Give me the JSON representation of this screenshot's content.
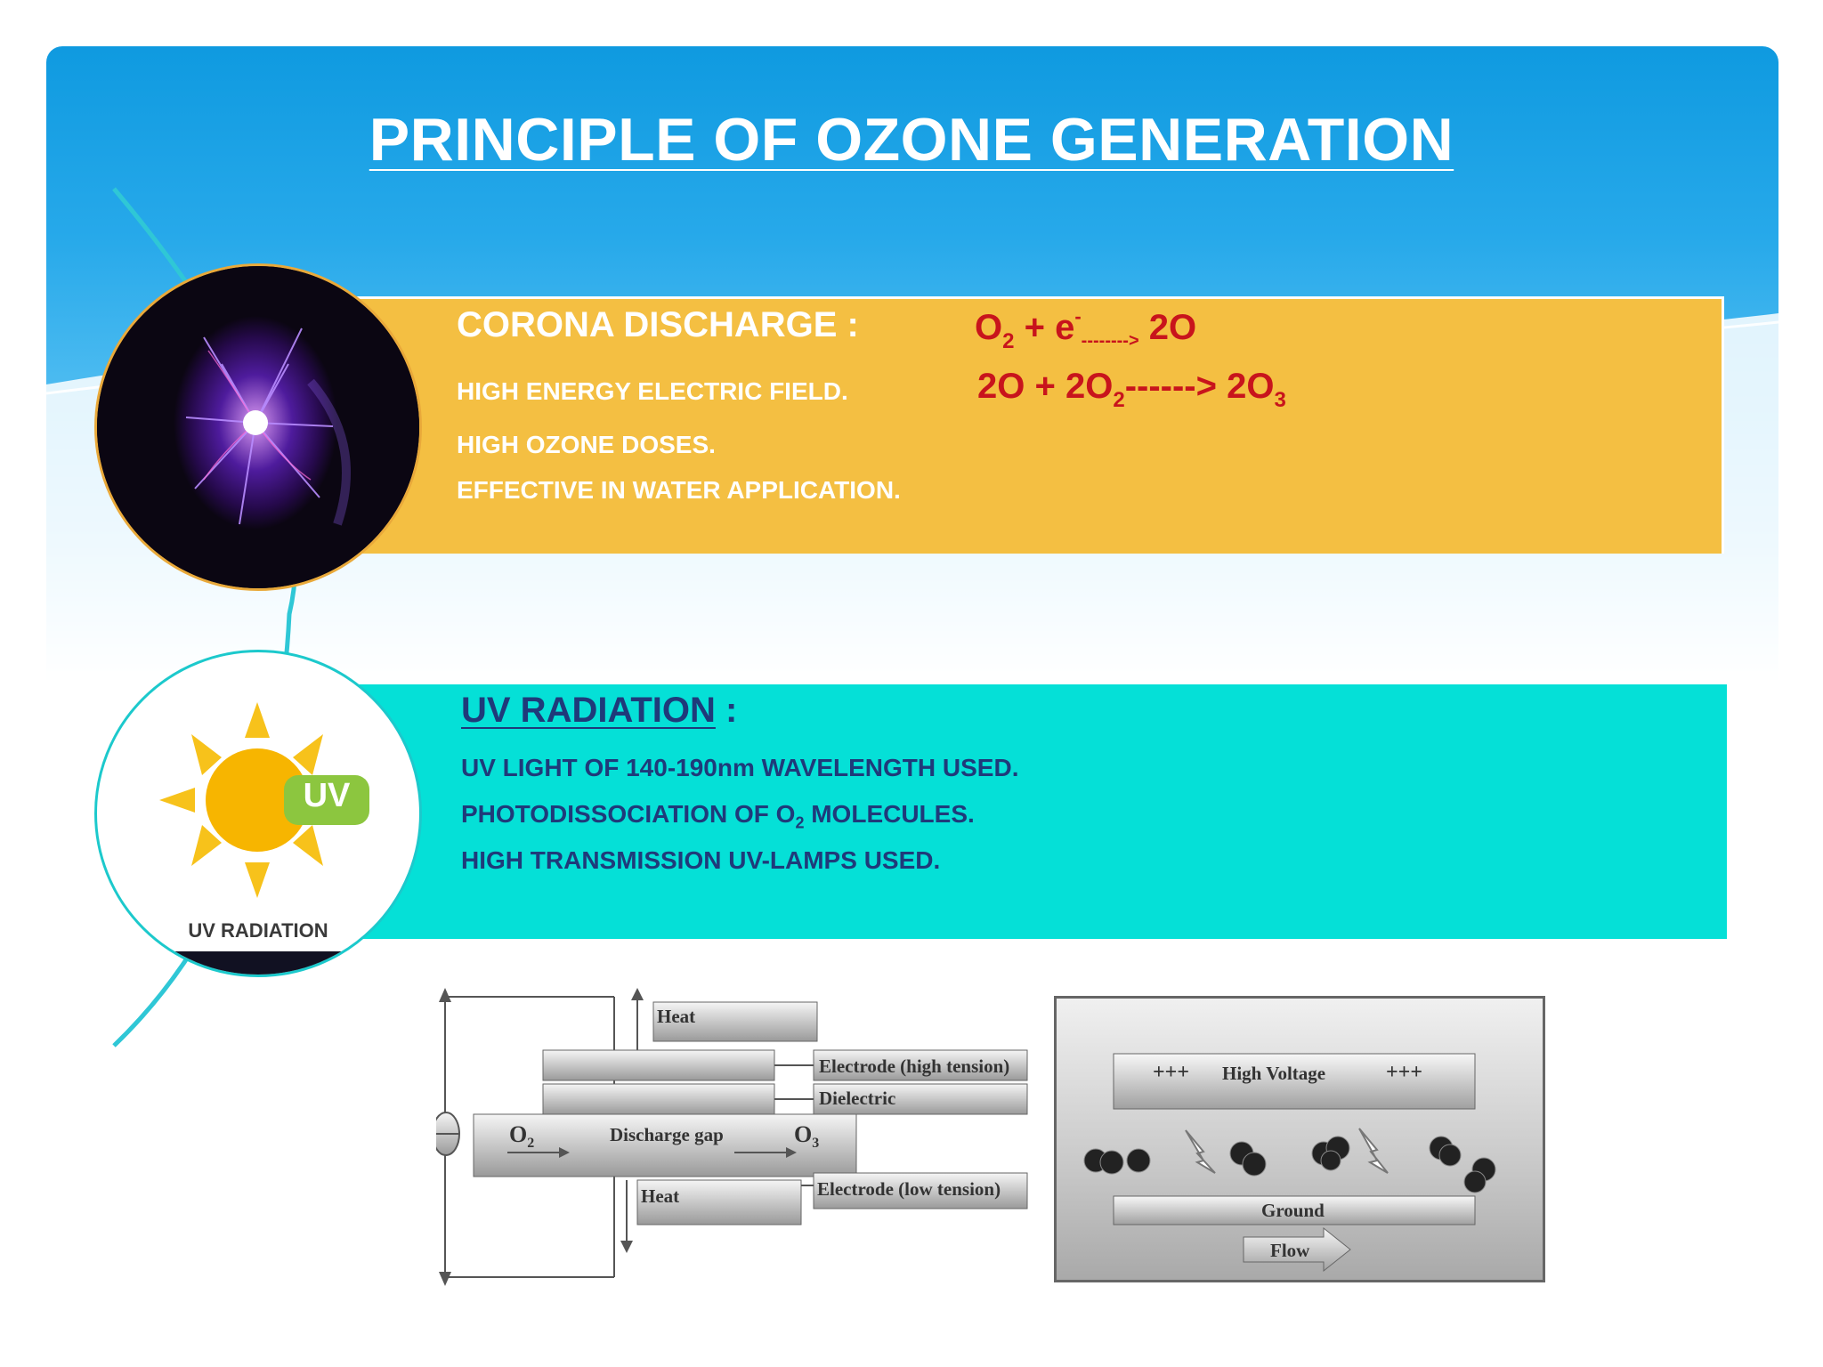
{
  "slide": {
    "title": "PRINCIPLE OF OZONE GENERATION",
    "colors": {
      "sky": "#1a9fe3",
      "corona_band": "#f4bf42",
      "uv_band": "#05e0d7",
      "equation": "#c8141c",
      "uv_text": "#1f3a7a"
    }
  },
  "corona": {
    "heading": "CORONA DISCHARGE :",
    "points": [
      "HIGH ENERGY ELECTRIC FIELD.",
      "HIGH OZONE DOSES.",
      "EFFECTIVE IN WATER APPLICATION."
    ],
    "eq1": {
      "lhs_a": "O",
      "lhs_a_sub": "2",
      "plus": "+",
      "lhs_b": "e",
      "lhs_b_sup": "-",
      "arrow": "-------->",
      "rhs": "2O"
    },
    "eq2": {
      "lhs_a": "2O",
      "plus": "+",
      "lhs_b": "2O",
      "lhs_b_sub": "2",
      "arrow": "------>",
      "rhs": "2O",
      "rhs_sub": "3"
    },
    "image_icon": "plasma-ball-icon"
  },
  "uv": {
    "heading": "UV RADIATION",
    "heading_suffix": " :",
    "point1": "UV LIGHT OF 140-190nm WAVELENGTH USED.",
    "point2_pre": "PHOTODISSOCIATION OF O",
    "point2_sub": "2",
    "point2_post": " MOLECULES.",
    "point3": "HIGH TRANSMISSION UV-LAMPS USED.",
    "icon_badge": "UV",
    "icon_caption": "UV RADIATION",
    "image_icon": "sun-uv-icon"
  },
  "diagram_left": {
    "heat_top": "Heat",
    "electrode_high": "Electrode (high tension)",
    "dielectric": "Dielectric",
    "o2": "O",
    "o2_sub": "2",
    "gap": "Discharge gap",
    "o3": "O",
    "o3_sub": "3",
    "heat_bottom": "Heat",
    "electrode_low": "Electrode (low tension)"
  },
  "diagram_right": {
    "plus_left": "+++",
    "high_voltage": "High Voltage",
    "plus_right": "+++",
    "ground": "Ground",
    "flow": "Flow"
  }
}
